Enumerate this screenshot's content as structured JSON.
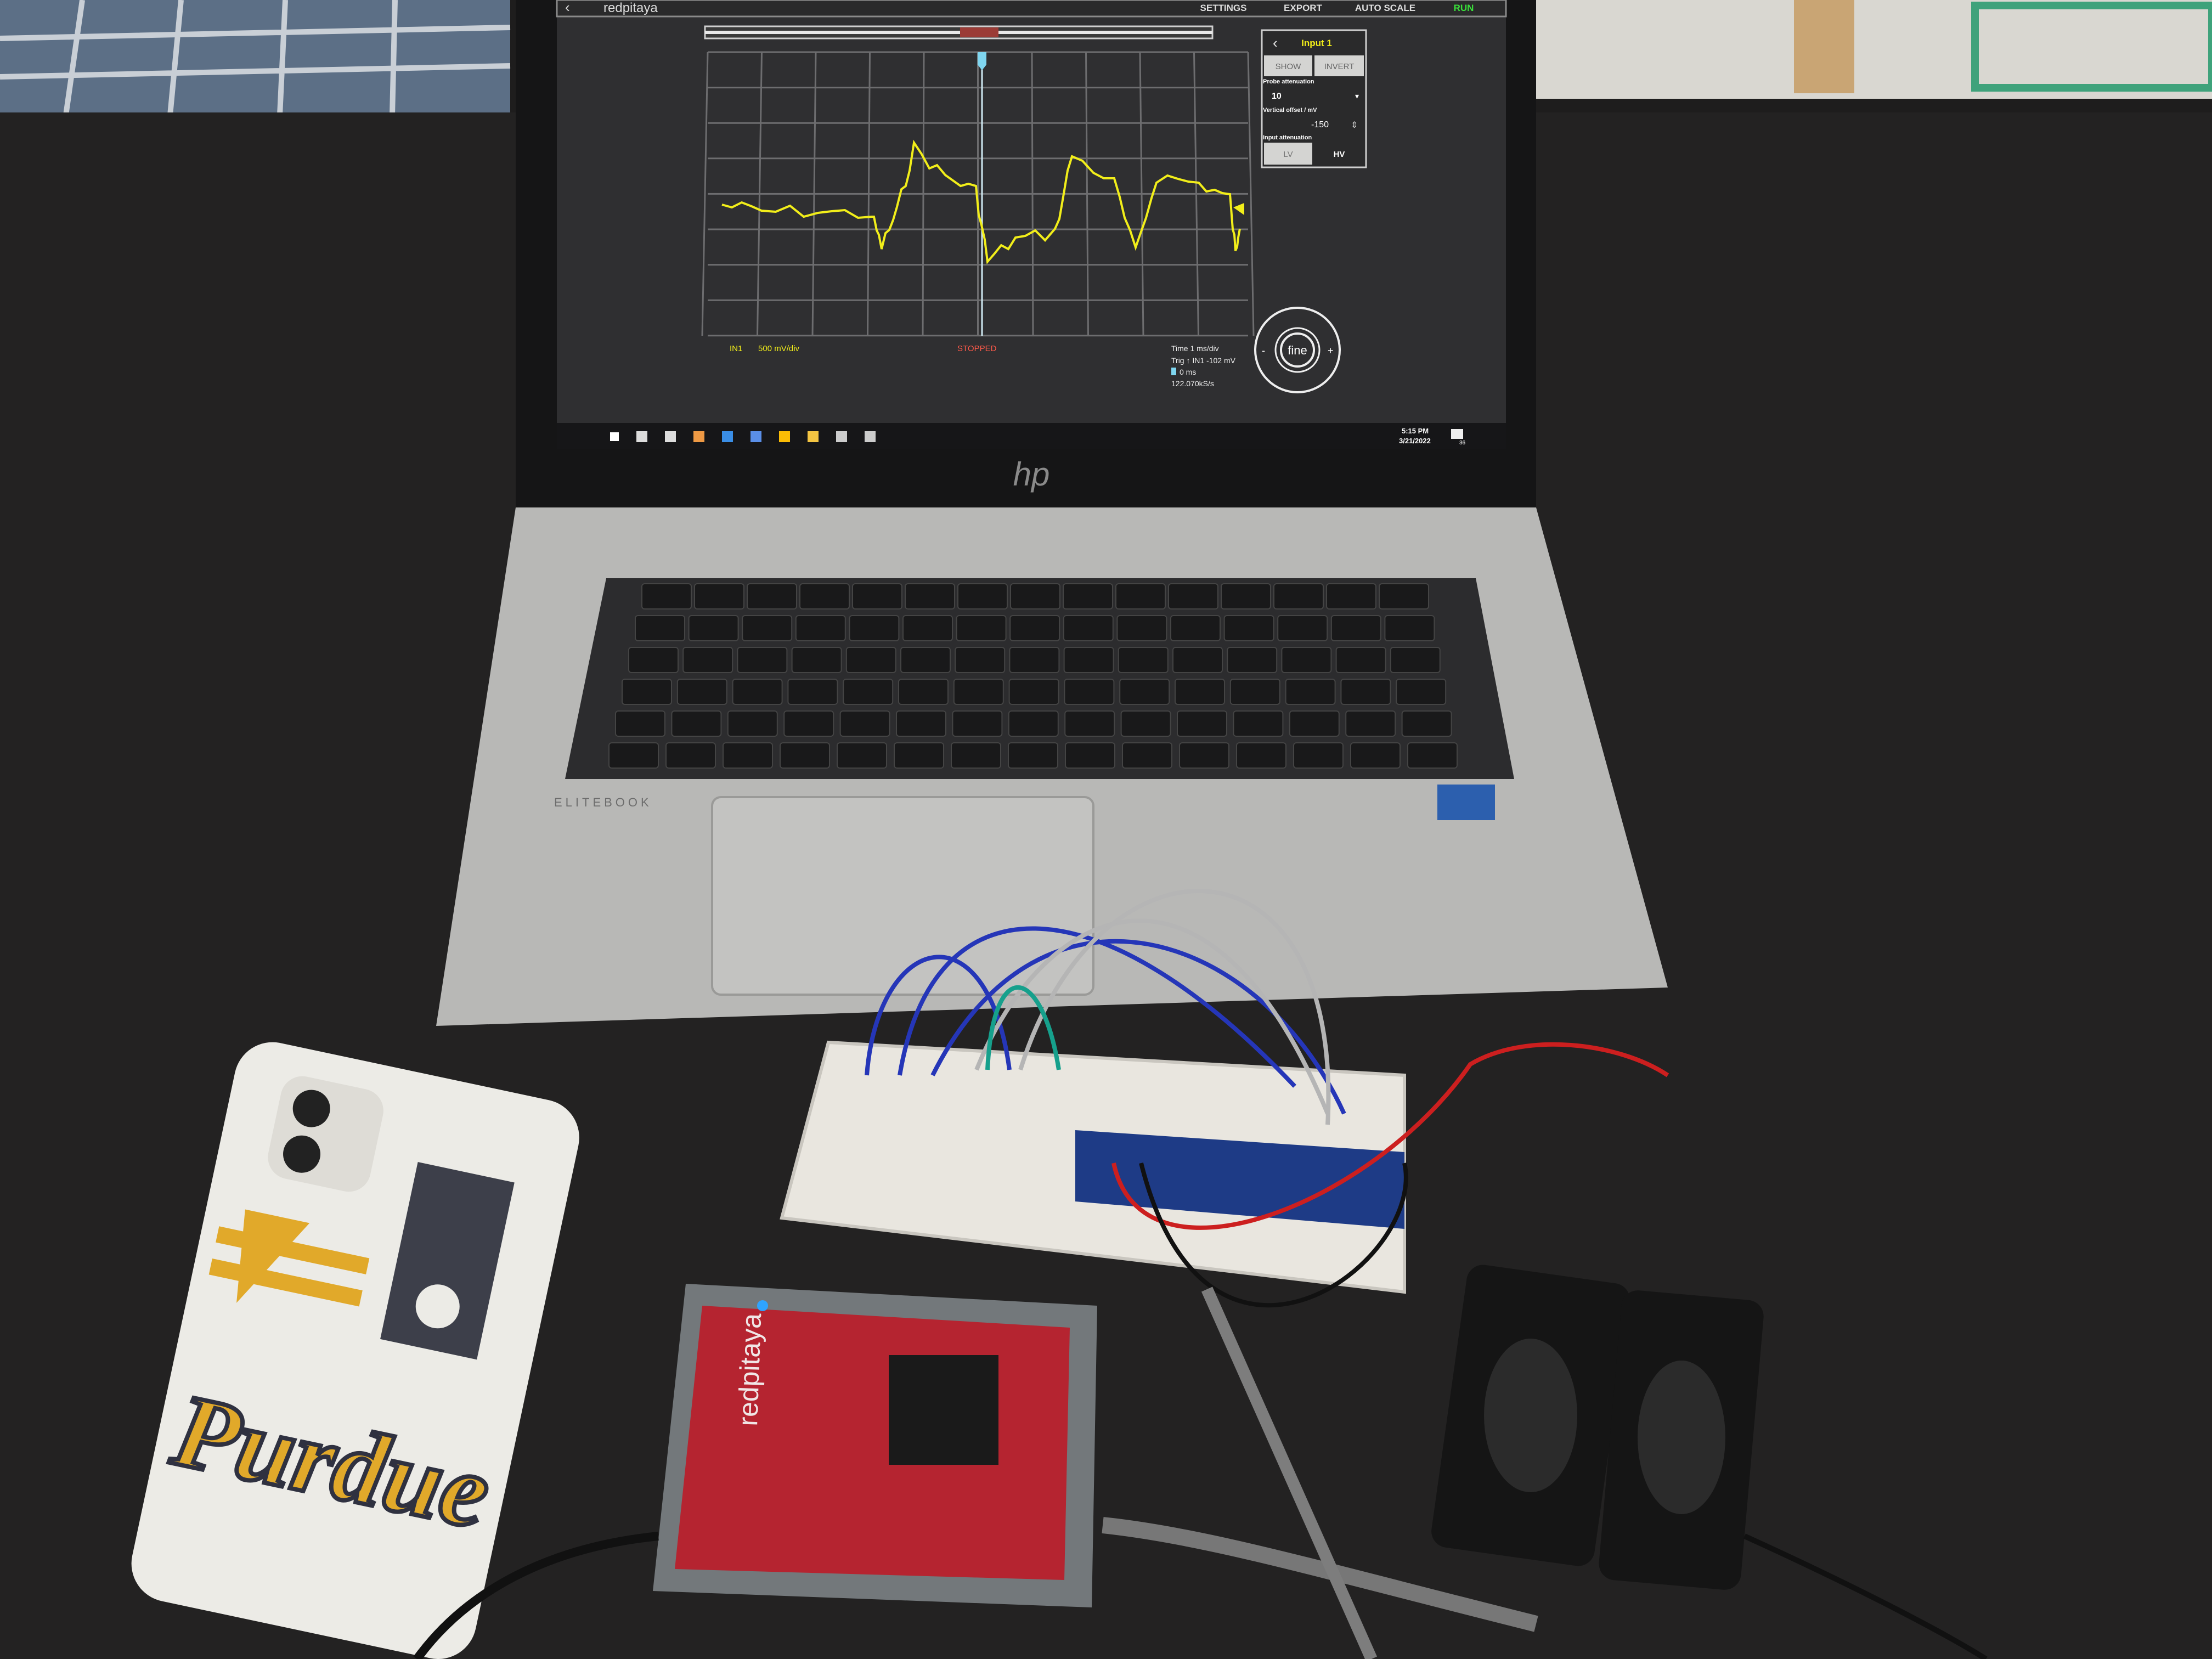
{
  "scope_app": {
    "logo": "redpitaya",
    "menu": {
      "settings": "SETTINGS",
      "export": "EXPORT",
      "autoscale": "AUTO SCALE",
      "run": "RUN"
    },
    "panel": {
      "title": "Input 1",
      "show": "SHOW",
      "invert": "INVERT",
      "probe_label": "Probe attenuation",
      "probe_value": "10",
      "offset_label": "Vertical offset / mV",
      "offset_value": "-150",
      "input_label": "Input attenuation",
      "lv": "LV",
      "hv": "HV"
    },
    "status": {
      "channel": "IN1",
      "scale": "500 mV/div",
      "state": "STOPPED",
      "time": "Time 1 ms/div",
      "trigger": "Trig ↑ IN1 -102 mV",
      "trigger_time": "0 ms",
      "rate": "122.070kS/s"
    },
    "dial": {
      "label": "fine",
      "minus": "-",
      "plus": "+"
    },
    "colors": {
      "trace": "#f2ee1a",
      "stopped": "#ff5a4a",
      "run": "#39e03a",
      "trigger": "#7fd6f0"
    }
  },
  "taskbar": {
    "time": "5:15 PM",
    "date": "3/21/2022",
    "notifications": "36"
  },
  "laptop": {
    "brand": "hp",
    "model": "ELITEBOOK"
  },
  "phone_case": {
    "text": "Purdue"
  },
  "board": {
    "text": "redpitaya"
  }
}
